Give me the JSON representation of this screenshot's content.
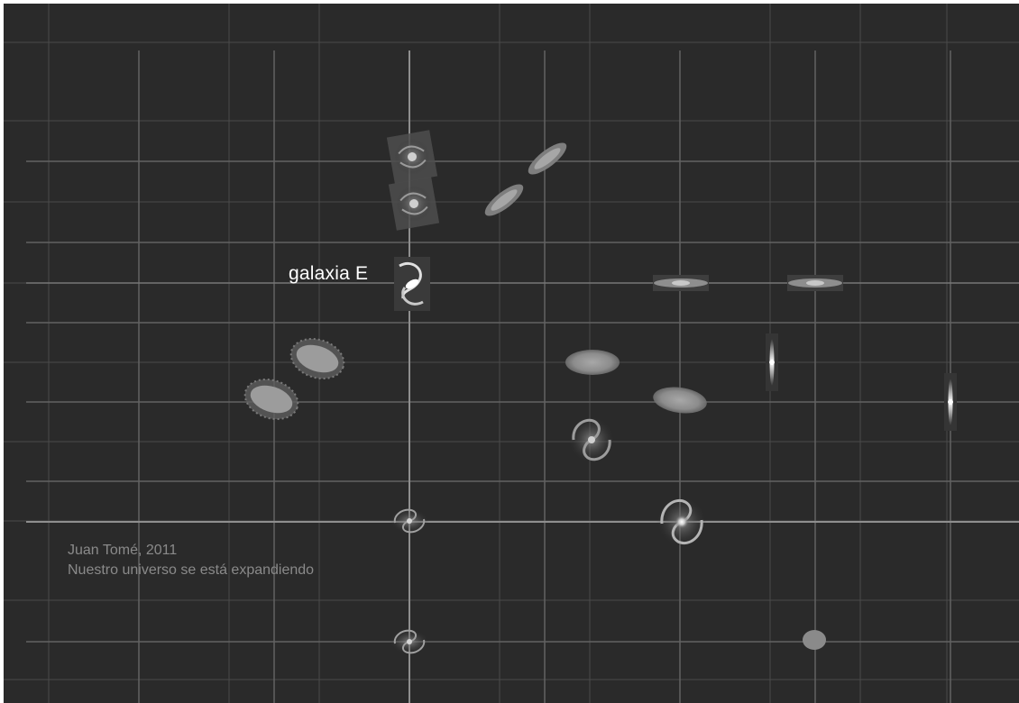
{
  "labels": {
    "galaxy_e": "galaxia E"
  },
  "credit": {
    "author_year": "Juan Tomé, 2011",
    "caption": "Nuestro universo se está expandiendo"
  },
  "colors": {
    "background": "#2a2a2a",
    "grid_line": "#5a5a5a",
    "grid_line_bright": "#9a9a9a",
    "label_text": "#ffffff",
    "credit_text": "#8a8a8a"
  },
  "galaxies": [
    {
      "name": "face-on-spiral-galaxy"
    },
    {
      "name": "face-on-spiral-galaxy"
    },
    {
      "name": "elliptical-galaxy"
    },
    {
      "name": "elliptical-galaxy"
    },
    {
      "name": "elliptical-galaxy"
    },
    {
      "name": "elliptical-galaxy"
    },
    {
      "name": "tilted-disk-galaxy"
    },
    {
      "name": "tilted-disk-galaxy"
    },
    {
      "name": "edge-on-galaxy"
    },
    {
      "name": "edge-on-galaxy"
    },
    {
      "name": "needle-edge-on-galaxy"
    },
    {
      "name": "needle-edge-on-galaxy"
    },
    {
      "name": "ringed-galaxy"
    },
    {
      "name": "ringed-galaxy"
    },
    {
      "name": "spiral-galaxy"
    },
    {
      "name": "bright-spiral-galaxy"
    },
    {
      "name": "small-spiral-galaxy"
    },
    {
      "name": "small-spiral-galaxy"
    },
    {
      "name": "small-round-galaxy"
    },
    {
      "name": "galaxy-e-barred-spiral"
    }
  ]
}
